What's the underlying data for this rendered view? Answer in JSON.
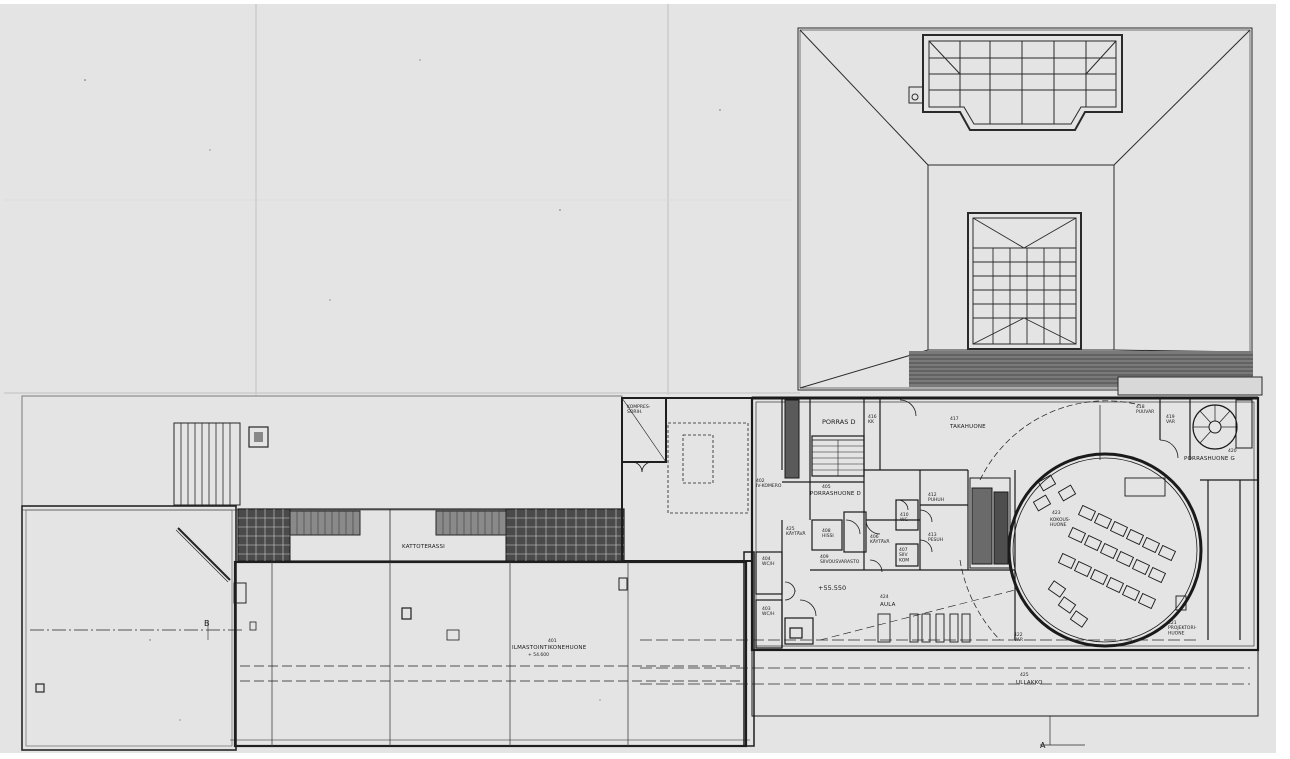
{
  "colors": {
    "paper": "#e2e2e2",
    "paper_light": "#ececec",
    "line": "#1e1e1e",
    "thin_line": "#555555",
    "fold": "#cfcfcf"
  },
  "labels": {
    "kompressori": "KOMPRES-\nSORIH.",
    "kattoterassi": "KATTOTERASSI",
    "ilmastointi_num": "401",
    "ilmastointi": "ILMASTOINTIKONEHUONE",
    "ilmastointi_level": "+ 54.600",
    "porras_d": "PORRAS D",
    "kk": "416\nKK",
    "takahuone_num": "417",
    "takahuone": "TAKAHUONE",
    "puuvar": "418\nPUUVAR",
    "var_418": "419\nVAR",
    "porrashuone_g_num": "420",
    "porrashuone_g": "PORRASHUONE G",
    "ivkomero": "402\nIV-KOMERO",
    "porrashuone_d_num": "405",
    "porrashuone_d": "PORRASHUONE D",
    "kaytava_a": "425\nKÄYTÄVÄ",
    "hissi": "408\nHISSI",
    "wc_404": "404\nWC/H",
    "wc_403": "403\nWC/H",
    "siivousvarasto": "409\nSIIVOUSVARASTO",
    "wc_410": "410\nWC",
    "kaytava_b": "406\nKÄYTÄVÄ",
    "siiv": "407\nSIIV\nKOM",
    "puhuh": "412\nPUHUH",
    "pesuh": "413\nPESUH",
    "level_main": "+55.550",
    "aula_num": "424",
    "aula": "AULA",
    "kokoushuone_num": "423",
    "kokoushuone": "KOKOUS-\nHUONE",
    "var_422": "422\nVAR",
    "projektori": "421\nPROJEKTORI-\nHUONE",
    "ullakko_num": "425",
    "ullakko": "ULLAKKO",
    "section_a": "A",
    "section_b": "B"
  }
}
